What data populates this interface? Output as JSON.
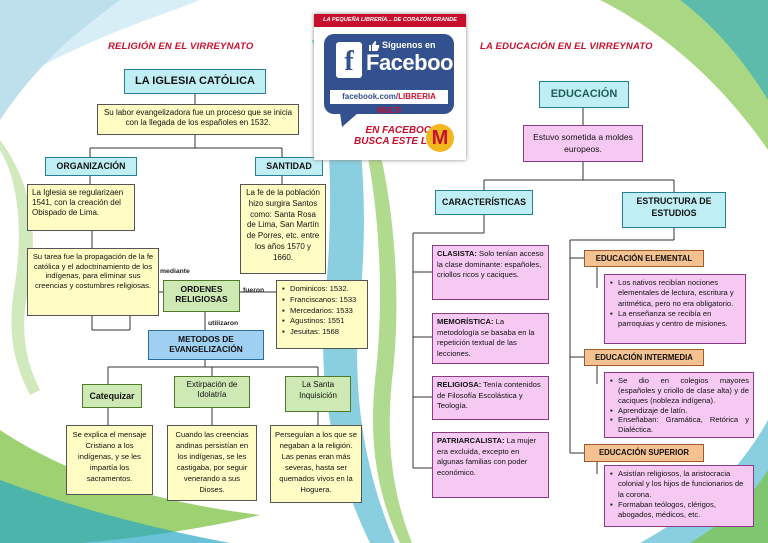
{
  "left": {
    "title": "RELIGIÓN EN EL VIRREYNATO",
    "main": "LA IGLESIA CATÓLICA",
    "intro": "Su labor evangelizadora fue un proceso que se inicia con la llegada de los españoles en 1532.",
    "org_title": "ORGANIZACIÓN",
    "org_text": "La Iglesia se regularizaen 1541, con la creación del Obispado de Lima.",
    "org_task": "Su tarea fue la propagación de la fe católica y el adoctrinamiento de los indígenas, para eliminar sus creencias y costumbres religiosas.",
    "sant_title": "SANTIDAD",
    "sant_text": "La fe de la población hizo surgira Santos como: Santa Rosa de Lima, San Martín de Porres, etc. entre los años 1570 y 1660.",
    "mediante": "mediante",
    "ordenes": "ORDENES RELIGIOSAS",
    "fueron": "fueron",
    "orders": [
      "Dominicos: 1532.",
      "Franciscanos: 1533",
      "Mercedarios: 1533",
      "Agustinos: 1551",
      "Jesuitas: 1568"
    ],
    "utilizaron": "utilizaron",
    "metodos": "METODOS DE EVANGELIZACIÓN",
    "m1_title": "Catequizar",
    "m1_text": "Se explica el mensaje Cristiano a los indígenas, y se les impartía los sacramentos.",
    "m2_title": "Extirpación de Idolatría",
    "m2_text": "Cuando las creencias andinas persistían en los indígenas, se les castigaba, por seguir venerando a sus Dioses.",
    "m3_title": "La Santa Inquisición",
    "m3_text": "Perseguían a los que se negaban a la religión. Las penas eran más severas, hasta ser quemados vivos en la Hoguera."
  },
  "ad": {
    "top": "LA PEQUEÑA LIBRERÍA... DE CORAZÓN GRANDE",
    "f": "f",
    "siguenos": "Síguenos en",
    "facebook": "Facebook",
    "url_a": "facebook.com/",
    "url_b": "LIBRERIA MULTI",
    "foot1": "EN FACEBOOK",
    "foot2": "BUSCA ESTE LOGO",
    "m": "M"
  },
  "right": {
    "title": "LA EDUCACIÓN EN EL VIRREYNATO",
    "main": "EDUCACIÓN",
    "intro": "Estuvo sometida a moldes europeos.",
    "car_title": "CARACTERÍSTICAS",
    "est_title": "ESTRUCTURA DE ESTUDIOS",
    "c1_label": "CLASISTA:",
    "c1_text": " Solo tenían acceso la clase dominante: españoles, criollos ricos y caciques.",
    "c2_label": "MEMORÍSTICA:",
    "c2_text": " La metodología se basaba en la repetición textual de las lecciones.",
    "c3_label": "RELIGIOSA:",
    "c3_text": " Tenía contenidos de Filosofía Escolástica y Teología.",
    "c4_label": "PATRIARCALISTA:",
    "c4_text": " La mujer era excluida, excepto en algunas familias con poder económico.",
    "e1_title": "EDUCACIÓN ELEMENTAL",
    "e1_items": [
      "Los nativos recibían nociones elementales de lectura, escritura y aritmética, pero no era obligatorio.",
      "La enseñanza se recibía en parroquias y centro de misiones."
    ],
    "e2_title": "EDUCACIÓN INTERMEDIA",
    "e2_items": [
      "Se dio en colegios mayores (españoles y criollo de clase alta) y de caciques (nobleza indígena).",
      "Aprendizaje de latín.",
      "Enseñaban: Gramática, Retórica y Dialéctica."
    ],
    "e3_title": "EDUCACIÓN SUPERIOR",
    "e3_items": [
      "Asistían religiosos, la aristocracia colonial y los hijos de funcionarios de la corona.",
      "Formaban teólogos, clérigos, abogados, médicos, etc."
    ]
  },
  "colors": {
    "title_red": "#c8102e",
    "facebook_blue": "#33508f",
    "wave_green": "#7cc242",
    "wave_teal": "#2aa8c4"
  }
}
